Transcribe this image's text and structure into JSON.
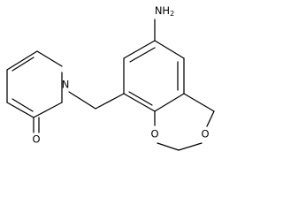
{
  "molecule": {
    "atom_labels": {
      "amine": "NH2",
      "pyridinone_n": "N",
      "carbonyl_o": "O",
      "ring_o1": "O",
      "ring_o2": "O"
    },
    "colors": {
      "bond": "#000000",
      "label": "#000000",
      "background": "#ffffff"
    }
  }
}
